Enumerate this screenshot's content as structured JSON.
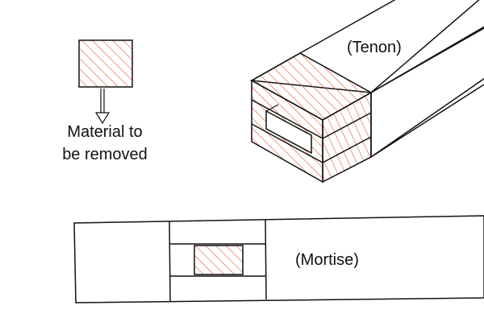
{
  "colors": {
    "hatch": "#e8552e",
    "outline": "#111111",
    "background": "#ffffff"
  },
  "legend": {
    "line1": "Material to",
    "line2": "be removed"
  },
  "labels": {
    "tenon": "(Tenon)",
    "mortise": "(Mortise)"
  }
}
